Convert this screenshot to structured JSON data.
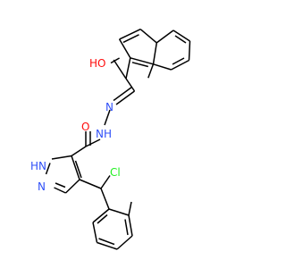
{
  "colors": {
    "background": "#ffffff",
    "bond": "#000000",
    "oxygen": "#ff0d0d",
    "nitrogen": "#3050f8",
    "chlorine": "#1ff01f"
  },
  "atoms": {
    "hydroxyl": "HO",
    "imine_n": "N",
    "amide_nh": "NH",
    "carbonyl_o": "O",
    "pyrazole_nh": "HN",
    "pyrazole_n": "N",
    "chloro": "Cl"
  }
}
